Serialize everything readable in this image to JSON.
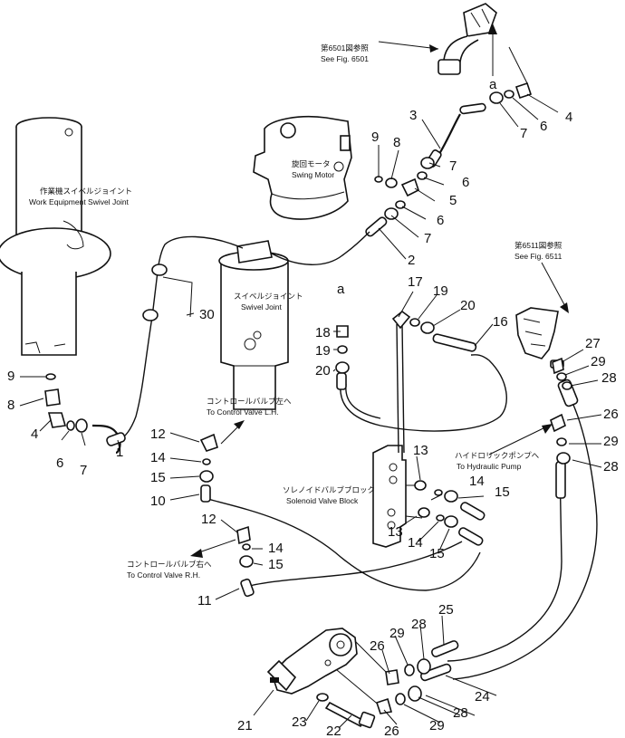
{
  "annotations": {
    "see6501_jp": "第6501図参照",
    "see6501_en": "See Fig. 6501",
    "see6511_jp": "第6511図参照",
    "see6511_en": "See Fig. 6511",
    "wesj_jp": "作業機スイベルジョイント",
    "wesj_en": "Work Equipment Swivel Joint",
    "swing_jp": "旋回モータ",
    "swing_en": "Swing Motor",
    "swivel_jp": "スイベルジョイント",
    "swivel_en": "Swivel Joint",
    "cvl_jp": "コントロールバルブ左へ",
    "cvl_en": "To Control Valve L.H.",
    "cvr_jp": "コントロールバルブ右へ",
    "cvr_en": "To Control Valve R.H.",
    "svb_jp": "ソレノイドバルブブロック",
    "svb_en": "Solenoid Valve Block",
    "hp_jp": "ハイドロリックポンプへ",
    "hp_en": "To Hydraulic Pump",
    "ref_a1": "a",
    "ref_a2": "a"
  },
  "part_labels": [
    "4",
    "6",
    "7",
    "3",
    "9",
    "8",
    "7",
    "6",
    "5",
    "6",
    "7",
    "2",
    "30",
    "17",
    "19",
    "20",
    "16",
    "18",
    "19",
    "20",
    "27",
    "29",
    "28",
    "26",
    "29",
    "28",
    "9",
    "8",
    "4",
    "6",
    "7",
    "1",
    "12",
    "14",
    "15",
    "10",
    "13",
    "14",
    "15",
    "13",
    "14",
    "15",
    "12",
    "14",
    "15",
    "11",
    "25",
    "29",
    "28",
    "26",
    "24",
    "21",
    "23",
    "22",
    "26",
    "29",
    "28"
  ]
}
